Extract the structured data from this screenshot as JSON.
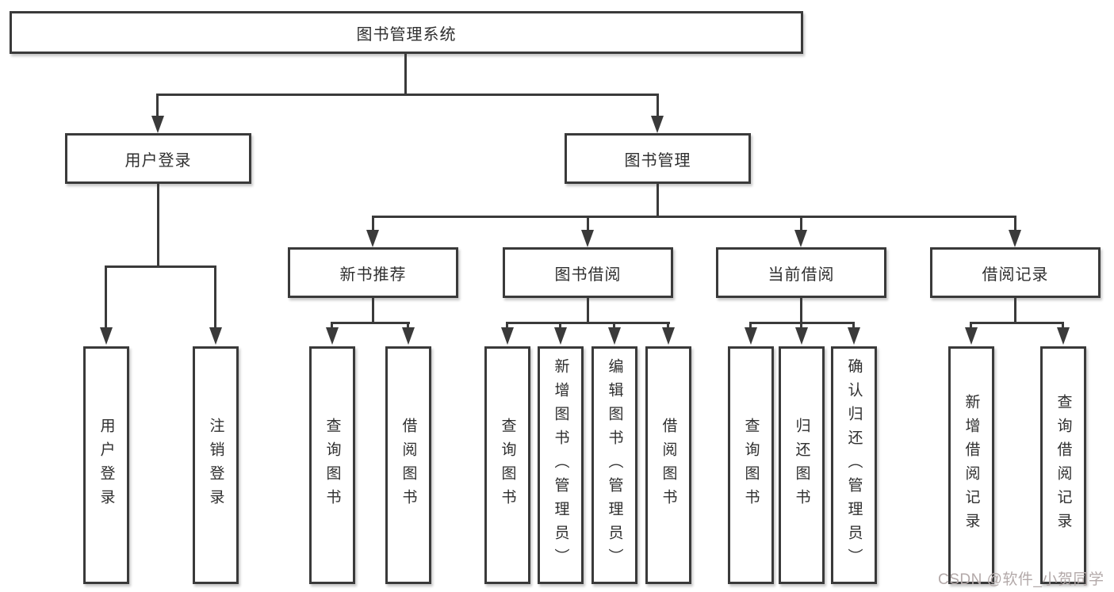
{
  "title": "图书管理系统",
  "level2": [
    "用户登录",
    "图书管理"
  ],
  "level3": [
    "新书推荐",
    "图书借阅",
    "当前借阅",
    "借阅记录"
  ],
  "level4": {
    "user_login": [
      "用户登录",
      "注销登录"
    ],
    "new_book": [
      "查询图书",
      "借阅图书"
    ],
    "book_borrow": [
      "查询图书",
      "新增图书（管理员）",
      "编辑图书（管理员）",
      "借阅图书"
    ],
    "current_borrow": [
      "查询图书",
      "归还图书",
      "确认归还（管理员）"
    ],
    "borrow_record": [
      "新增借阅记录",
      "查询借阅记录"
    ]
  },
  "watermark": "CSDN @软件_小贺同学",
  "colors": {
    "line": "#3a3a3a",
    "text": "#2f2f2f",
    "watermark": "#b3a9a9"
  }
}
